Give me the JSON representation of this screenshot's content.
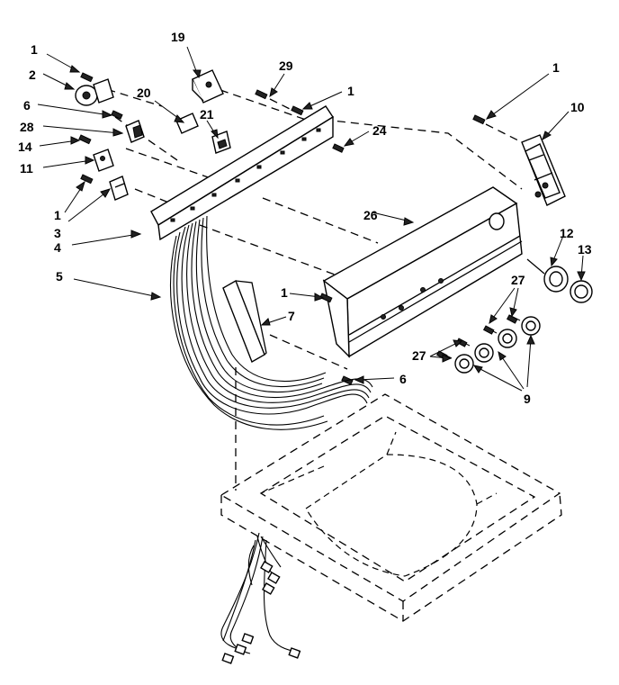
{
  "diagram": {
    "callouts": [
      {
        "id": "c1a",
        "text": "1"
      },
      {
        "id": "c2",
        "text": "2"
      },
      {
        "id": "c6a",
        "text": "6"
      },
      {
        "id": "c28",
        "text": "28"
      },
      {
        "id": "c14",
        "text": "14"
      },
      {
        "id": "c11",
        "text": "11"
      },
      {
        "id": "c1b",
        "text": "1"
      },
      {
        "id": "c3",
        "text": "3"
      },
      {
        "id": "c4",
        "text": "4"
      },
      {
        "id": "c5",
        "text": "5"
      },
      {
        "id": "c19",
        "text": "19"
      },
      {
        "id": "c20",
        "text": "20"
      },
      {
        "id": "c21",
        "text": "21"
      },
      {
        "id": "c29",
        "text": "29"
      },
      {
        "id": "c1c",
        "text": "1"
      },
      {
        "id": "c24",
        "text": "24"
      },
      {
        "id": "c1d",
        "text": "1"
      },
      {
        "id": "c10",
        "text": "10"
      },
      {
        "id": "c26",
        "text": "26"
      },
      {
        "id": "c12",
        "text": "12"
      },
      {
        "id": "c13",
        "text": "13"
      },
      {
        "id": "c1e",
        "text": "1"
      },
      {
        "id": "c7",
        "text": "7"
      },
      {
        "id": "c27a",
        "text": "27"
      },
      {
        "id": "c27b",
        "text": "27"
      },
      {
        "id": "c6b",
        "text": "6"
      },
      {
        "id": "c9",
        "text": "9"
      }
    ]
  }
}
